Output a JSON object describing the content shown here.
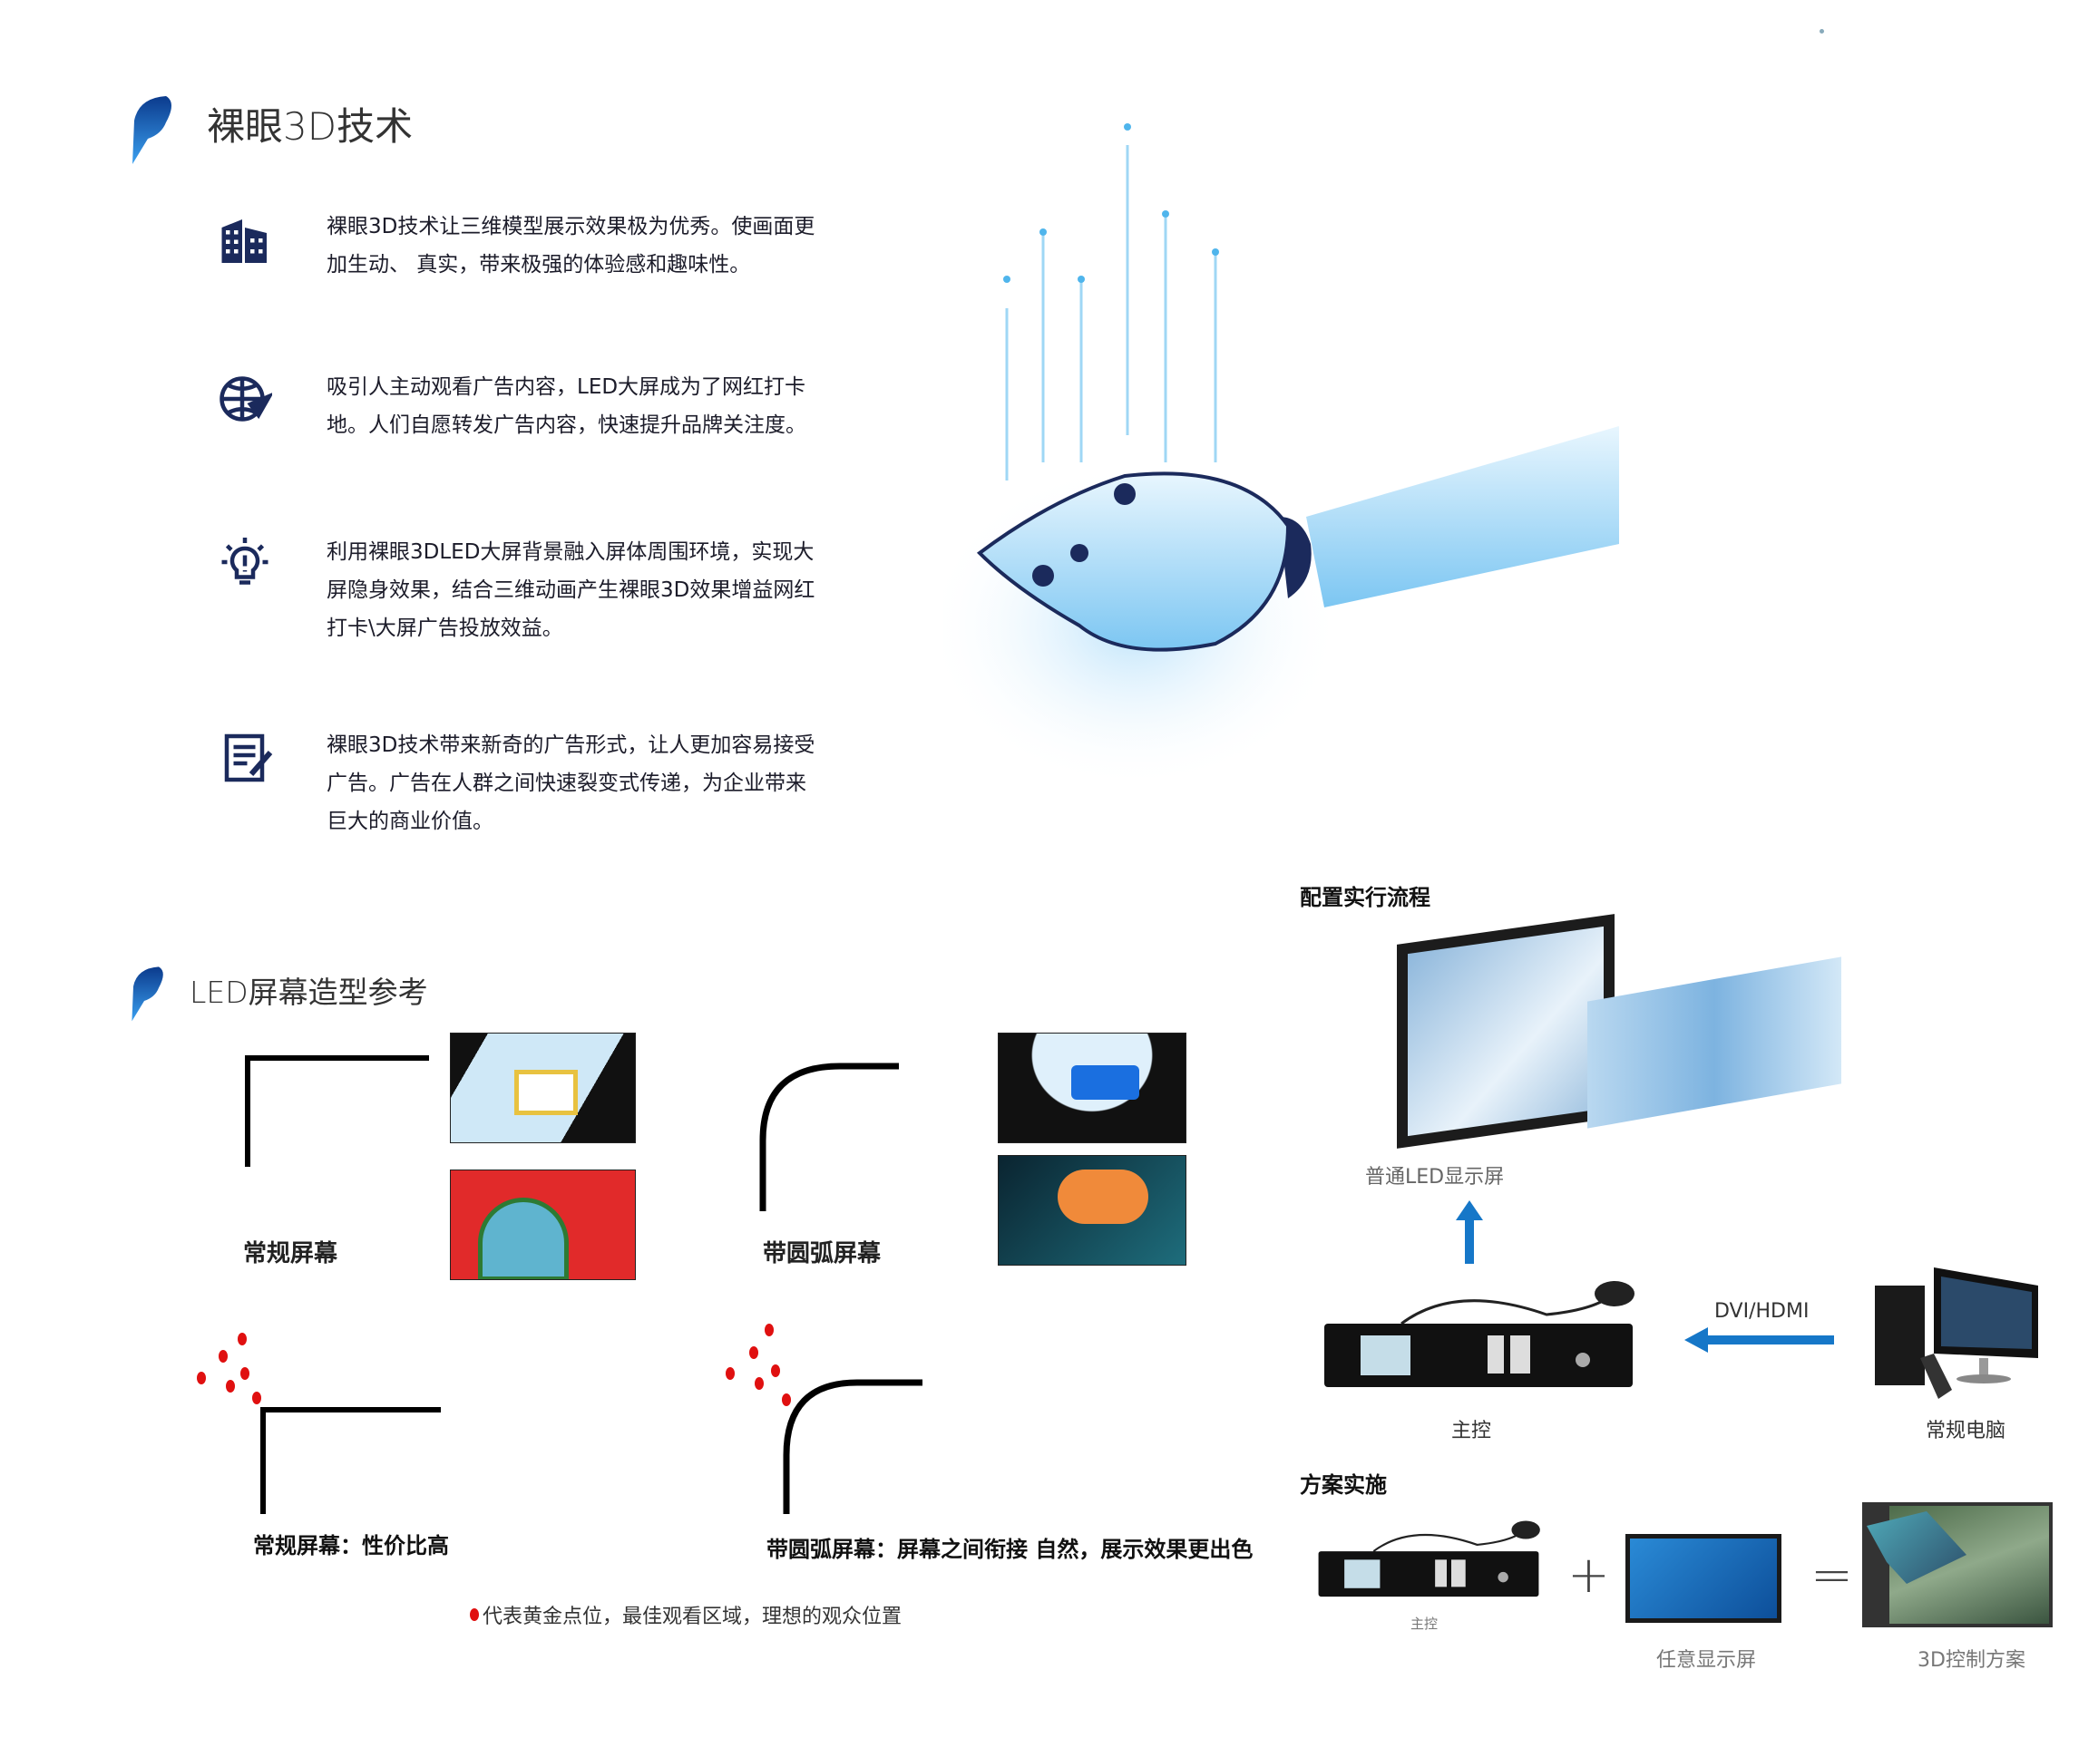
{
  "section1": {
    "title": "裸眼3D技术",
    "features": [
      {
        "icon": "building-icon",
        "text": "裸眼3D技术让三维模型展示效果极为优秀。使画面更加生动、 真实，带来极强的体验感和趣味性。"
      },
      {
        "icon": "globe-plane-icon",
        "text": "吸引人主动观看广告内容，LED大屏成为了网红打卡地。人们自愿转发广告内容，快速提升品牌关注度。"
      },
      {
        "icon": "lightbulb-icon",
        "text": "利用裸眼3DLED大屏背景融入屏体周围环境，实现大屏隐身效果，结合三维动画产生裸眼3D效果增益网红打卡\\大屏广告投放效益。"
      },
      {
        "icon": "document-edit-icon",
        "text": "裸眼3D技术带来新奇的广告形式，让人更加容易接受广告。广告在人群之间快速裂变式传递，为企业带来巨大的商业价值。"
      }
    ]
  },
  "section2": {
    "title": "LED屏幕造型参考",
    "regular_label": "常规屏幕",
    "curved_label": "带圆弧屏幕",
    "regular_caption": "常规屏幕：性价比高",
    "curved_caption": "带圆弧屏幕：屏幕之间衔接 自然，展示效果更出色",
    "legend": "代表黄金点位，最佳观看区域，理想的观众位置"
  },
  "flow": {
    "title": "配置实行流程",
    "led_label": "普通LED显示屏",
    "controller_label": "主控",
    "signal_label": "DVI/HDMI",
    "pc_label": "常规电脑"
  },
  "plan": {
    "title": "方案实施",
    "controller_label": "主控",
    "plus": "+",
    "display_label": "任意显示屏",
    "equals": "=",
    "result_label": "3D控制方案"
  },
  "colors": {
    "navy": "#1b2a5c",
    "accent": "#1677c8",
    "dot": "#e01010"
  }
}
